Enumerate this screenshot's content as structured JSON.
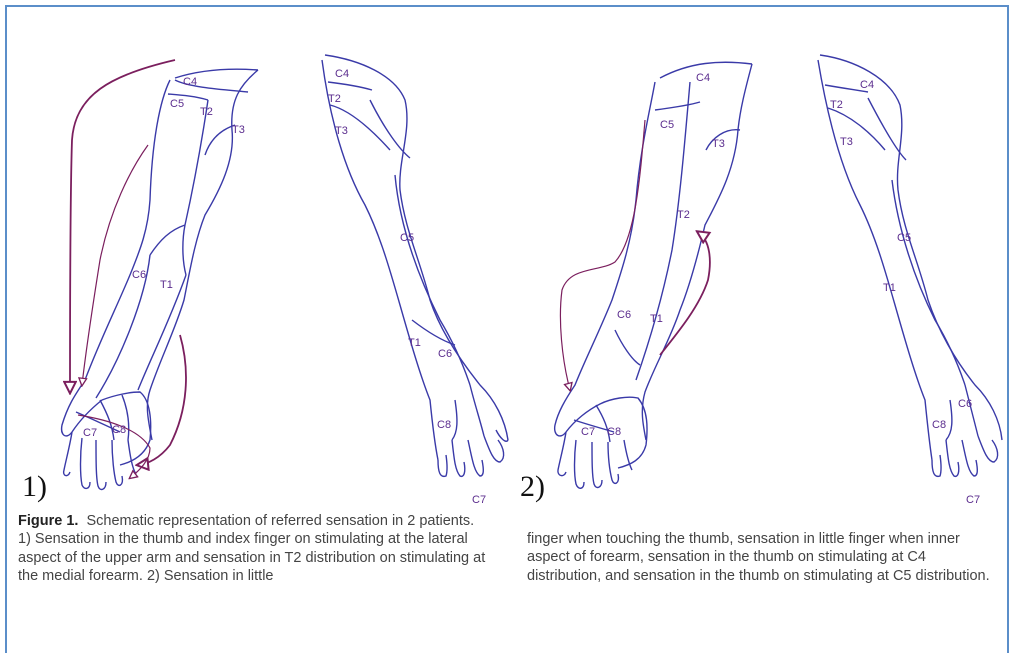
{
  "figure": {
    "panels": [
      {
        "number": "1)",
        "dermatome_labels_front": [
          "C4",
          "C5",
          "T2",
          "T3",
          "C6",
          "T1",
          "C7",
          "C8"
        ],
        "dermatome_labels_back": [
          "C4",
          "T2",
          "T3",
          "C5",
          "T1",
          "C6",
          "C8",
          "C7"
        ]
      },
      {
        "number": "2)",
        "dermatome_labels_front": [
          "C4",
          "C5",
          "T3",
          "T2",
          "C6",
          "T1",
          "C7",
          "C8"
        ],
        "dermatome_labels_back": [
          "C4",
          "T2",
          "T3",
          "C5",
          "T1",
          "C6",
          "C8",
          "C7"
        ]
      }
    ],
    "colors": {
      "outline": "#3a3aa8",
      "arrow": "#7b1f5e",
      "label": "#5b2d8e",
      "frame": "#5b8ec9"
    }
  },
  "caption": {
    "label": "Figure 1.",
    "text_left": "Schematic representation of referred sensation in 2 patients. 1) Sensation in the thumb and index finger on stimulating at the lateral aspect of the upper arm and sensation in T2 distribution on stimulating at the medial forearm. 2) Sensation in little",
    "text_right": "finger when touching the thumb, sensation in little finger when inner aspect of forearm, sensation in the thumb on stimulating at C4 distribution, and sensation in the thumb on stimulating at C5 distribution."
  }
}
